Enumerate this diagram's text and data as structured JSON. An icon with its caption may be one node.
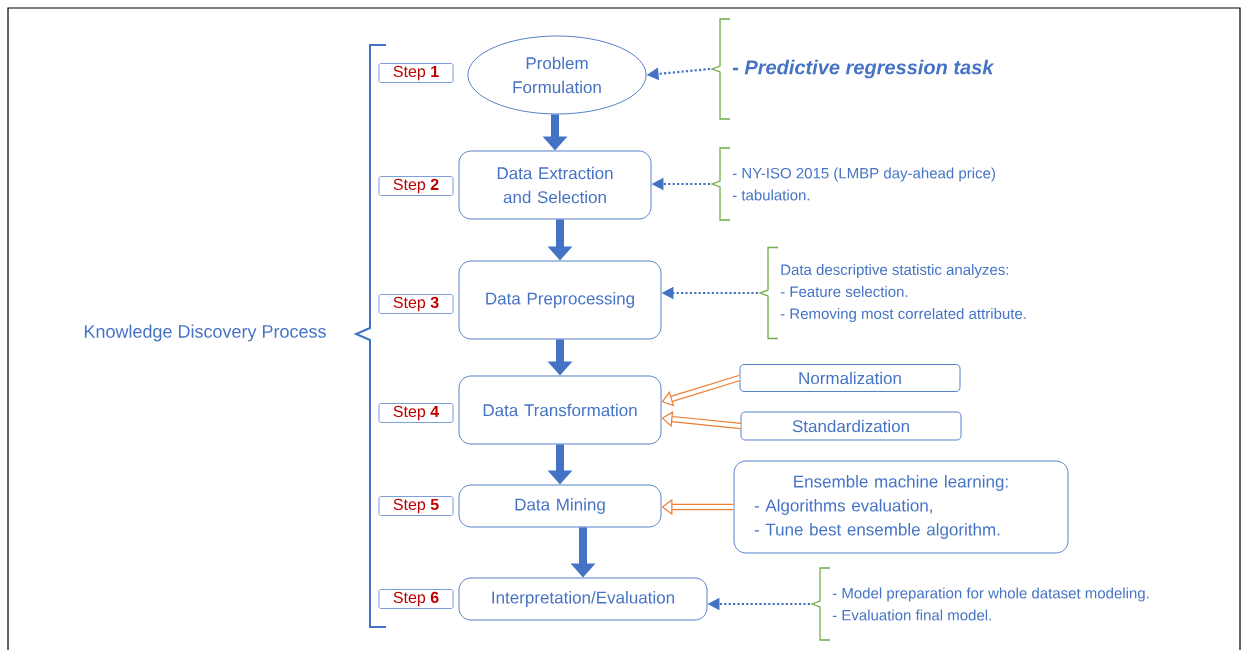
{
  "diagram": {
    "nodes": [
      {
        "text": [
          "Problem Formulation"
        ]
      },
      {
        "text": [
          "Data Extraction and Selection"
        ]
      },
      {
        "text": [
          "Data Preprocessing"
        ]
      },
      {
        "text": [
          "Data Transformation"
        ]
      },
      {
        "text": [
          "Data Mining"
        ]
      },
      {
        "text": [
          "Interpretation/Evaluation"
        ]
      },
      {
        "text": [
          "Normalization"
        ]
      },
      {
        "text": [
          "Standardization"
        ]
      },
      {
        "text": [
          "Ensemble machine learning:",
          "- Algorithms evaluation,",
          "- Tune best ensemble algorithm."
        ]
      },
      {
        "text": [
          "- Predictive regression task"
        ]
      },
      {
        "text": [
          "- NY-ISO 2015 (LMBP day-ahead price)",
          "- tabulation."
        ]
      },
      {
        "text": [
          "Data descriptive statistic analyzes:",
          "- Feature selection.",
          "- Removing most correlated attribute."
        ]
      },
      {
        "text": [
          "- Model preparation for whole dataset modeling.",
          "- Evaluation final model."
        ]
      }
    ],
    "edges": [
      {
        "from": 0,
        "to": 1,
        "arrow": "to"
      },
      {
        "from": 1,
        "to": 2,
        "arrow": "to"
      },
      {
        "from": 2,
        "to": 3,
        "arrow": "to"
      },
      {
        "from": 3,
        "to": 4,
        "arrow": "to"
      },
      {
        "from": 4,
        "to": 5,
        "arrow": "to"
      },
      {
        "from": 9,
        "to": 0,
        "arrow": "to",
        "style": "dashed"
      },
      {
        "from": 10,
        "to": 1,
        "arrow": "to",
        "style": "dashed"
      },
      {
        "from": 11,
        "to": 2,
        "arrow": "to",
        "style": "dashed"
      },
      {
        "from": 12,
        "to": 5,
        "arrow": "to",
        "style": "dashed"
      },
      {
        "from": 6,
        "to": 3,
        "arrow": "to",
        "color": "#ed7d31"
      },
      {
        "from": 7,
        "to": 3,
        "arrow": "to",
        "color": "#ed7d31"
      },
      {
        "from": 8,
        "to": 4,
        "arrow": "to",
        "color": "#ed7d31"
      }
    ],
    "labels": [
      "Step **1**",
      "Step **2**",
      "Knowledge Discovery Process",
      "Step **3**",
      "Step **4**",
      "Step **5**",
      "Step **6**"
    ]
  }
}
